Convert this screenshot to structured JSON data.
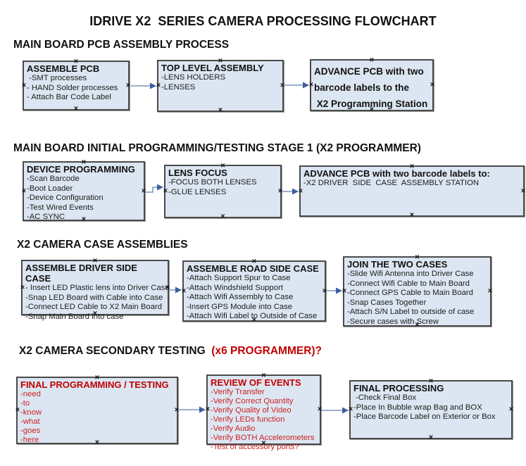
{
  "title": "IDRIVE X2  SERIES CAMERA PROCESSING FLOWCHART",
  "colors": {
    "box_fill": "#dce6f2",
    "box_border": "#4a4a4a",
    "arrow_line": "#8ca5c8",
    "arrow_head": "#3c5fa0",
    "red": "#c00000",
    "red_item": "#cc2222"
  },
  "sections": [
    {
      "heading": "MAIN BOARD PCB ASSEMBLY PROCESS",
      "connectors": [
        [
          0,
          1
        ],
        [
          1,
          2
        ]
      ],
      "boxes": [
        {
          "title": "ASSEMBLE PCB",
          "items": [
            " -SMT processes",
            "- HAND Solder processes",
            "- Attach Bar Code Label"
          ]
        },
        {
          "title": "TOP LEVEL ASSEMBLY",
          "items": [
            "-LENS HOLDERS",
            "-LENSES"
          ]
        },
        {
          "title": "ADVANCE PCB with two\nbarcode labels to the\n X2 Programming Station",
          "items": []
        }
      ]
    },
    {
      "heading": "MAIN BOARD INITIAL PROGRAMMING/TESTING STAGE 1 (X2 PROGRAMMER)",
      "connectors": [
        [
          0,
          1
        ],
        [
          1,
          2
        ]
      ],
      "boxes": [
        {
          "title": "DEVICE PROGRAMMING",
          "items": [
            "-Scan Barcode",
            "-Boot Loader",
            "-Device Configuration",
            "-Test Wired Events",
            "-AC SYNC"
          ]
        },
        {
          "title": "LENS FOCUS",
          "items": [
            "-FOCUS BOTH LENSES",
            "-GLUE LENSES"
          ]
        },
        {
          "title": "ADVANCE PCB with two barcode labels to:",
          "items": [
            "-X2 DRIVER  SIDE  CASE  ASSEMBLY STATION"
          ]
        }
      ]
    },
    {
      "heading": "X2 CAMERA CASE ASSEMBLIES",
      "connectors": [
        [
          0,
          1
        ],
        [
          1,
          2
        ]
      ],
      "boxes": [
        {
          "title": "ASSEMBLE DRIVER SIDE CASE",
          "items": [
            "- Insert LED Plastic lens into Driver Case",
            "-Snap LED Board with Cable into Case",
            "-Connect LED Cable to X2 Main Board",
            "-Snap Main Board into case"
          ]
        },
        {
          "title": "ASSEMBLE ROAD SIDE CASE",
          "items": [
            "-Attach Support Spur to Case",
            "-Attach Windshield Support",
            "-Attach Wifi Assembly to Case",
            "-Insert GPS Module into Case",
            "-Attach Wifi Label to Outside of Case"
          ]
        },
        {
          "title": "JOIN THE TWO CASES",
          "items": [
            "-Slide Wifi Antenna into Driver Case",
            "-Connect Wifi Cable to Main Board",
            "-Connect GPS Cable to Main Board",
            "-Snap Cases Together",
            "-Attach S/N Label to outside of case",
            "-Secure cases with Screw"
          ]
        }
      ]
    },
    {
      "heading": "X2 CAMERA SECONDARY TESTING  ",
      "heading_red": "(x6 PROGRAMMER)?",
      "connectors": [
        [
          0,
          1
        ],
        [
          1,
          2
        ]
      ],
      "boxes": [
        {
          "title": "FINAL PROGRAMMING / TESTING",
          "items": [
            "-need",
            "-to",
            "-know",
            "-what",
            "-goes",
            "-here"
          ]
        },
        {
          "title": "REVIEW OF EVENTS",
          "items": [
            "-Verify Transfer",
            "-Verify Correct Quantity",
            "-Verify Quality of Video",
            "-Verify LEDs function",
            "-Verify Audio",
            "-Verify BOTH Accelerometers",
            "-Test of accessory ports?"
          ]
        },
        {
          "title": "FINAL PROCESSING",
          "items": [
            " -Check Final Box",
            "-Place In Bubble wrap Bag and BOX",
            "-Place Barcode Label on Exterior or Box"
          ]
        }
      ]
    }
  ]
}
